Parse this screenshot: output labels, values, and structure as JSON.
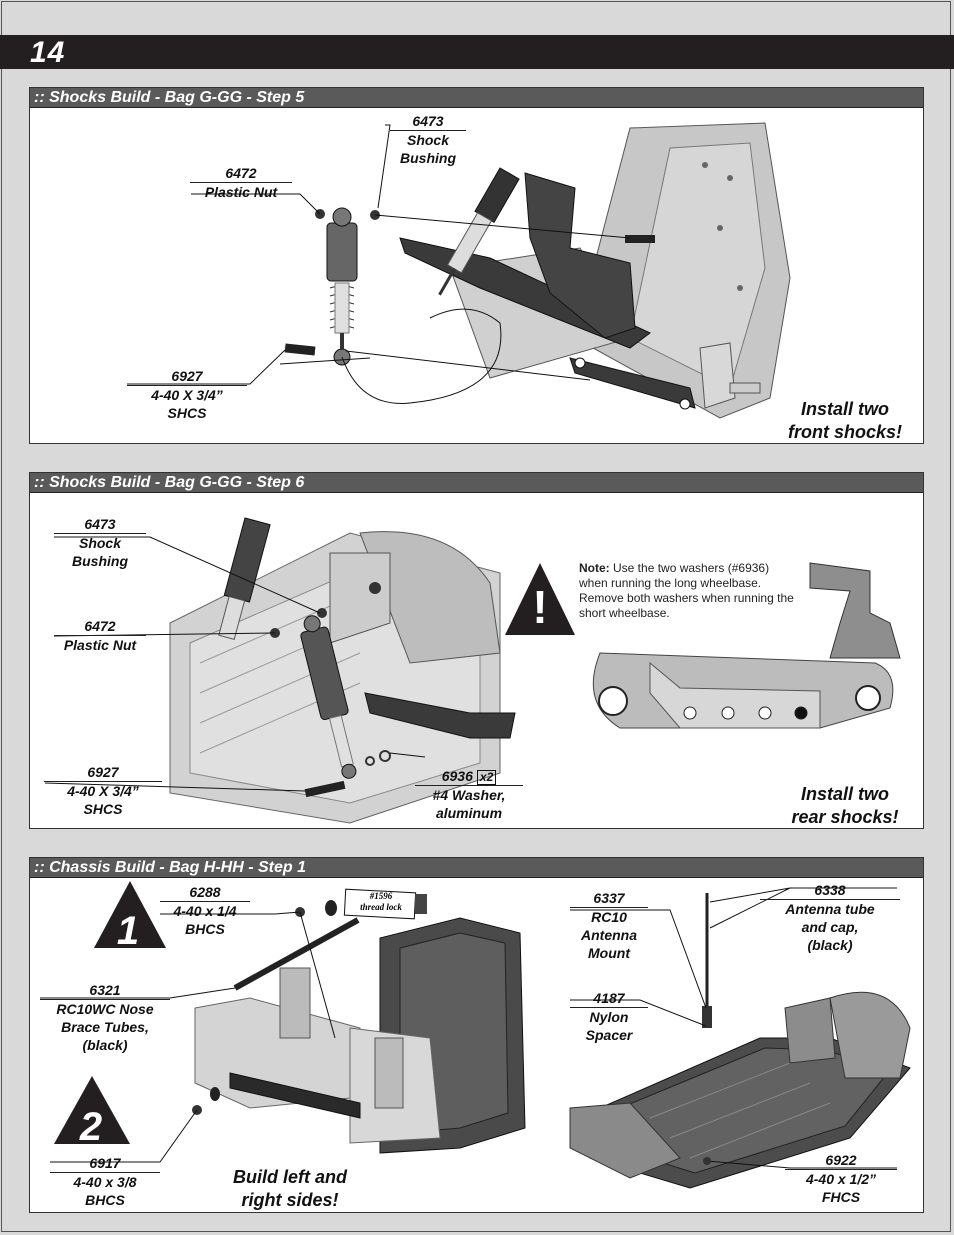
{
  "page": {
    "number": "14"
  },
  "panels": [
    {
      "title": ":: Shocks Build - Bag G-GG - Step 5",
      "callouts": [
        {
          "num": "6473",
          "label": "Shock\nBushing"
        },
        {
          "num": "6472",
          "label": "Plastic Nut"
        },
        {
          "num": "6927",
          "label": "4-40 X 3/4”\nSHCS"
        }
      ],
      "note": "Install two\nfront shocks!"
    },
    {
      "title": ":: Shocks Build - Bag G-GG - Step 6",
      "callouts": [
        {
          "num": "6473",
          "label": "Shock\nBushing"
        },
        {
          "num": "6472",
          "label": "Plastic Nut"
        },
        {
          "num": "6927",
          "label": "4-40 X 3/4”\nSHCS"
        },
        {
          "num": "6936",
          "qty": "x2",
          "label": "#4 Washer,\naluminum"
        }
      ],
      "warning": {
        "title": "Note:",
        "text": " Use the two washers (#6936) when running the long wheelbase. Remove both washers when running the short wheelbase."
      },
      "note": "Install two\nrear shocks!"
    },
    {
      "title": ":: Chassis Build - Bag H-HH - Step 1",
      "callouts": [
        {
          "num": "6288",
          "label": "4-40 x 1/4\nBHCS"
        },
        {
          "num": "6321",
          "label": "RC10WC Nose\nBrace Tubes,\n(black)"
        },
        {
          "num": "6917",
          "label": "4-40 x 3/8\nBHCS"
        },
        {
          "num": "6337",
          "label": "RC10\nAntenna\nMount"
        },
        {
          "num": "4187",
          "label": "Nylon\nSpacer"
        },
        {
          "num": "6338",
          "label": "Antenna tube\nand cap,\n(black)"
        },
        {
          "num": "6922",
          "label": "4-40 x 1/2”\nFHCS"
        }
      ],
      "step_badges": [
        "1",
        "2"
      ],
      "threadlock_label": "#1596\nthread lock",
      "note": "Build left and\nright sides!"
    }
  ]
}
